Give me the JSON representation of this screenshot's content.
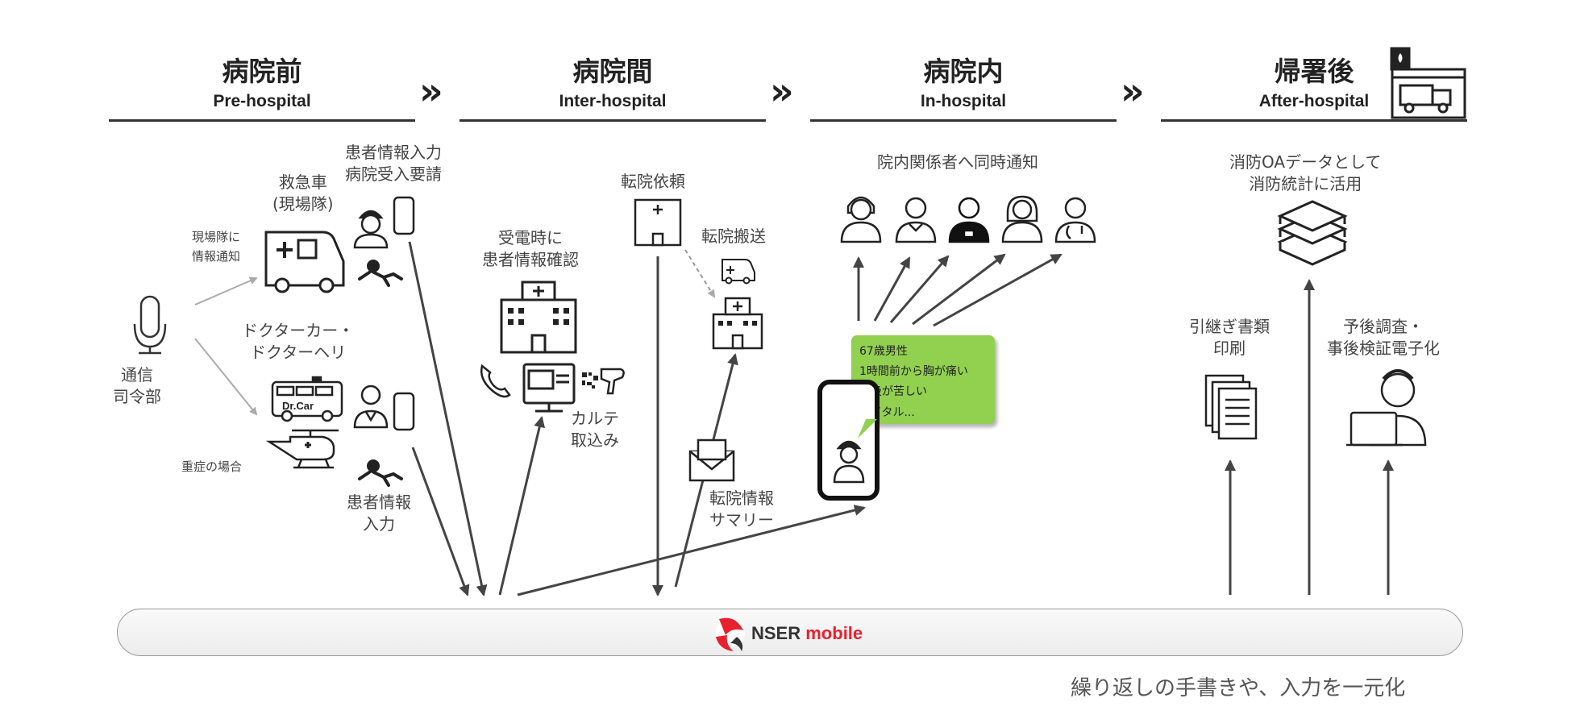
{
  "phases": [
    {
      "jp": "病院前",
      "en": "Pre-hospital"
    },
    {
      "jp": "病院間",
      "en": "Inter-hospital"
    },
    {
      "jp": "病院内",
      "en": "In-hospital"
    },
    {
      "jp": "帰署後",
      "en": "After-hospital"
    }
  ],
  "chevron": "»",
  "labels": {
    "dispatch": "通信\n司令部",
    "field_notify": "現場隊に\n情報通知",
    "severe_case": "重症の場合",
    "ambulance": "救急車\n(現場隊)",
    "patient_input_request": "患者情報入力\n病院受入要請",
    "doctor_car": "ドクターカー・\nドクターヘリ",
    "patient_input": "患者情報\n入力",
    "call_confirm": "受電時に\n患者情報確認",
    "chart_import": "カルテ\n取込み",
    "transfer_request": "転院依頼",
    "transfer_transport": "転院搬送",
    "transfer_summary": "転院情報\nサマリー",
    "simultaneous_notify": "院内関係者へ同時通知",
    "fire_oa": "消防OAデータとして\n消防統計に活用",
    "handover_print": "引継ぎ書類\n印刷",
    "prognosis": "予後調査・\n事後検証電子化"
  },
  "icons": {
    "drcar_text": "Dr.Car"
  },
  "bubble": {
    "lines": [
      "67歳男性",
      "1時間前から胸が痛い",
      "呼吸が苦しい",
      "バイタル..."
    ],
    "color": "#92d050"
  },
  "platform": {
    "brand_main": "NSER",
    "brand_sub": "mobile",
    "brand_main_color": "#333333",
    "brand_sub_color": "#e8212e"
  },
  "tagline": "繰り返しの手書きや、入力を一元化"
}
